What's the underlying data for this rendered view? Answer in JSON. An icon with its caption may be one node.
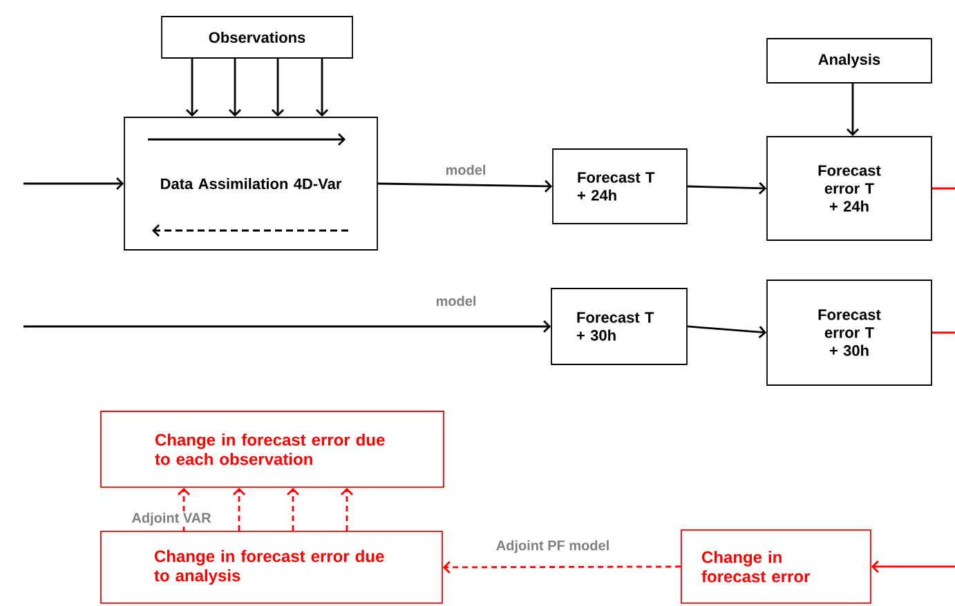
{
  "diagram": {
    "nodes": [
      {
        "text": [
          "Observations"
        ]
      },
      {
        "text": [
          "Data Assimilation 4D-Var"
        ]
      },
      {
        "text": [
          "Forecast T + 24h"
        ]
      },
      {
        "text": [
          "Analysis"
        ]
      },
      {
        "text": [
          "Forecast error T + 24h"
        ]
      },
      {
        "text": [
          "Forecast T + 30h"
        ]
      },
      {
        "text": [
          "Forecast error T + 30h"
        ]
      },
      {
        "text": [
          "Change in forecast error due to each observation"
        ]
      },
      {
        "text": [
          "Change in forecast error due to analysis"
        ]
      },
      {
        "text": [
          "Change in forecast error"
        ]
      }
    ],
    "edges": [
      {
        "from": 0,
        "to": 1,
        "arrow": "to"
      },
      {
        "from": 0,
        "to": 1,
        "arrow": "to"
      },
      {
        "from": 0,
        "to": 1,
        "arrow": "to"
      },
      {
        "from": 0,
        "to": 1,
        "arrow": "to"
      },
      {
        "from": null,
        "to": 1,
        "arrow": "to"
      },
      {
        "from": 1,
        "to": 2,
        "arrow": "to",
        "label": "model"
      },
      {
        "from": 2,
        "to": 4,
        "arrow": "to"
      },
      {
        "from": 3,
        "to": 4,
        "arrow": "to"
      },
      {
        "from": null,
        "to": 5,
        "arrow": "to",
        "label": "model"
      },
      {
        "from": 5,
        "to": 6,
        "arrow": "to"
      },
      {
        "from": 4,
        "to": null,
        "arrow": "none",
        "color": "#ff0000"
      },
      {
        "from": 6,
        "to": null,
        "arrow": "none",
        "color": "#ff0000"
      },
      {
        "from": null,
        "to": 9,
        "arrow": "to",
        "color": "#ff0000"
      },
      {
        "from": 9,
        "to": 8,
        "arrow": "to",
        "style": "dashed",
        "color": "#ff0000",
        "label": "Adjoint PF model"
      },
      {
        "from": 8,
        "to": 7,
        "arrow": "to",
        "style": "dashed",
        "color": "#ff0000",
        "label": "Adjoint VAR"
      },
      {
        "from": 8,
        "to": 7,
        "arrow": "to",
        "style": "dashed",
        "color": "#ff0000"
      },
      {
        "from": 8,
        "to": 7,
        "arrow": "to",
        "style": "dashed",
        "color": "#ff0000"
      },
      {
        "from": 8,
        "to": 7,
        "arrow": "to",
        "style": "dashed",
        "color": "#ff0000"
      }
    ]
  }
}
